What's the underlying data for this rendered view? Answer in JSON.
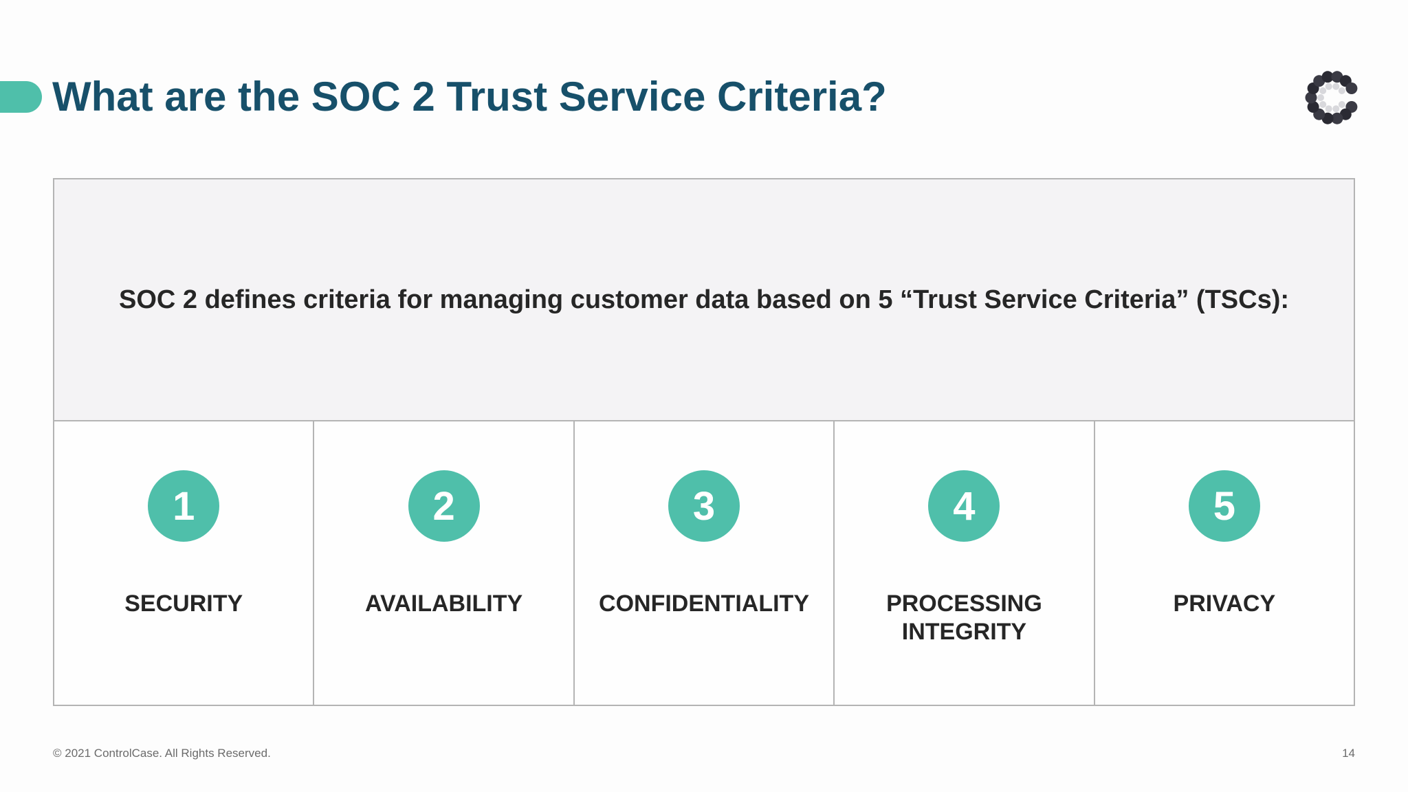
{
  "slide": {
    "title": "What are the SOC 2 Trust Service Criteria?",
    "intro": "SOC 2 defines criteria for managing customer data based on 5 “Trust Service Criteria” (TSCs):",
    "criteria": [
      {
        "number": "1",
        "label": "SECURITY"
      },
      {
        "number": "2",
        "label": "AVAILABILITY"
      },
      {
        "number": "3",
        "label": "CONFIDENTIALITY"
      },
      {
        "number": "4",
        "label": "PROCESSING\nINTEGRITY"
      },
      {
        "number": "5",
        "label": "PRIVACY"
      }
    ]
  },
  "footer": {
    "copyright": "© 2021 ControlCase. All Rights Reserved.",
    "page_number": "14"
  },
  "logo": {
    "icon": "controlcase-dotted-c-logo"
  },
  "colors": {
    "accent": "#4fbfaa",
    "title": "#17506a",
    "header_bg": "#f4f3f5",
    "border": "#b4b4b4"
  }
}
